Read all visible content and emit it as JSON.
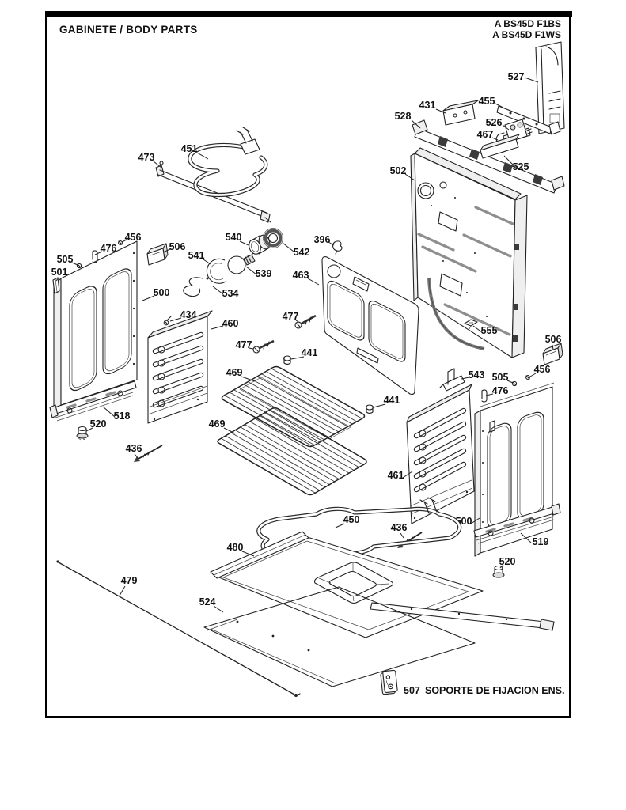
{
  "page": {
    "title": "GABINETE / BODY PARTS",
    "model_1": "A BS45D F1BS",
    "model_2": "A BS45D F1WS"
  },
  "footer": {
    "number": "507",
    "name": "SOPORTE DE FIJACION ENS."
  },
  "colors": {
    "line": "#222222",
    "rib_gray": "#8e8e8e",
    "fill_light": "#efefef",
    "border": "#000000",
    "background": "#ffffff"
  },
  "labels": [
    "527",
    "431",
    "455",
    "528",
    "526",
    "467",
    "525",
    "502",
    "473",
    "451",
    "456",
    "476",
    "505",
    "501",
    "506",
    "500",
    "540",
    "541",
    "542",
    "539",
    "534",
    "396",
    "463",
    "434",
    "460",
    "477",
    "477",
    "441",
    "441",
    "469",
    "469",
    "518",
    "520",
    "436",
    "555",
    "506",
    "543",
    "505",
    "456",
    "476",
    "461",
    "500",
    "436",
    "519",
    "520",
    "450",
    "480",
    "524",
    "479"
  ]
}
